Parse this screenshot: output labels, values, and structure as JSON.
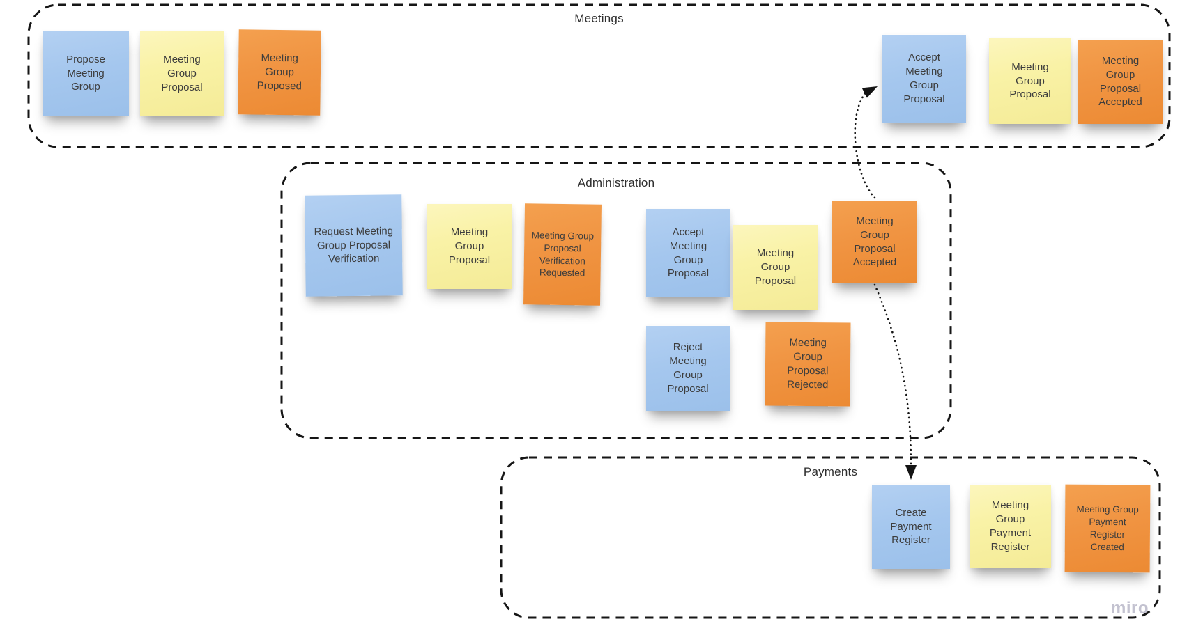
{
  "board": {
    "app": "miro",
    "background": "#ffffff"
  },
  "palette": {
    "note_blue": "#a5c7ee",
    "note_yellow": "#f9f2a6",
    "note_orange": "#f09442",
    "frame_border": "#161616",
    "note_text": "#3d3d3d",
    "title_text": "#2e2e2e",
    "watermark_text": "#c3c2d0"
  },
  "sections": [
    {
      "id": "meetings",
      "title": "Meetings"
    },
    {
      "id": "administration",
      "title": "Administration"
    },
    {
      "id": "payments",
      "title": "Payments"
    }
  ],
  "notes": [
    {
      "section": "Meetings",
      "color": "blue",
      "label": "Propose\nMeeting\nGroup"
    },
    {
      "section": "Meetings",
      "color": "yellow",
      "label": "Meeting\nGroup\nProposal"
    },
    {
      "section": "Meetings",
      "color": "orange",
      "label": "Meeting\nGroup\nProposed"
    },
    {
      "section": "Meetings",
      "color": "blue",
      "label": "Accept\nMeeting\nGroup\nProposal"
    },
    {
      "section": "Meetings",
      "color": "yellow",
      "label": "Meeting\nGroup\nProposal"
    },
    {
      "section": "Meetings",
      "color": "orange",
      "label": "Meeting\nGroup\nProposal\nAccepted"
    },
    {
      "section": "Administration",
      "color": "blue",
      "label": "Request Meeting\nGroup Proposal\nVerification"
    },
    {
      "section": "Administration",
      "color": "yellow",
      "label": "Meeting\nGroup\nProposal"
    },
    {
      "section": "Administration",
      "color": "orange",
      "label": "Meeting Group\nProposal\nVerification\nRequested"
    },
    {
      "section": "Administration",
      "color": "blue",
      "label": "Accept\nMeeting\nGroup\nProposal"
    },
    {
      "section": "Administration",
      "color": "yellow",
      "label": "Meeting\nGroup\nProposal"
    },
    {
      "section": "Administration",
      "color": "orange",
      "label": "Meeting\nGroup\nProposal\nAccepted"
    },
    {
      "section": "Administration",
      "color": "blue",
      "label": "Reject\nMeeting\nGroup\nProposal"
    },
    {
      "section": "Administration",
      "color": "orange",
      "label": "Meeting\nGroup\nProposal\nRejected"
    },
    {
      "section": "Payments",
      "color": "blue",
      "label": "Create\nPayment\nRegister"
    },
    {
      "section": "Payments",
      "color": "yellow",
      "label": "Meeting\nGroup\nPayment\nRegister"
    },
    {
      "section": "Payments",
      "color": "orange",
      "label": "Meeting Group\nPayment\nRegister\nCreated"
    }
  ],
  "connectors": [
    {
      "style": "dotted-arrow",
      "from": "Meeting Group Proposal Accepted (Administration)",
      "to": "Accept Meeting Group Proposal (Meetings)"
    },
    {
      "style": "dotted-arrow",
      "from": "Meeting Group Proposal Accepted (Administration)",
      "to": "Create Payment Register (Payments)"
    }
  ],
  "watermark": {
    "label": "miro"
  }
}
